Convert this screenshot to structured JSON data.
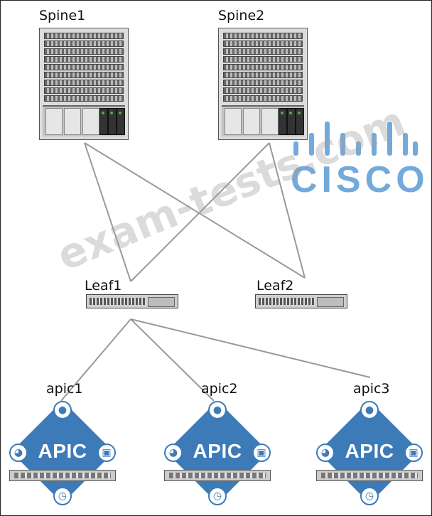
{
  "devices": {
    "spines": [
      {
        "label": "Spine1"
      },
      {
        "label": "Spine2"
      }
    ],
    "leaves": [
      {
        "label": "Leaf1"
      },
      {
        "label": "Leaf2"
      }
    ],
    "apics": [
      {
        "label": "apic1",
        "badge": "APIC"
      },
      {
        "label": "apic2",
        "badge": "APIC"
      },
      {
        "label": "apic3",
        "badge": "APIC"
      }
    ]
  },
  "links": [
    {
      "from": "Spine1",
      "to": "Leaf1"
    },
    {
      "from": "Spine1",
      "to": "Leaf2"
    },
    {
      "from": "Spine2",
      "to": "Leaf1"
    },
    {
      "from": "Spine2",
      "to": "Leaf2"
    },
    {
      "from": "Leaf1",
      "to": "apic1"
    },
    {
      "from": "Leaf1",
      "to": "apic2"
    },
    {
      "from": "Leaf1",
      "to": "apic3"
    }
  ],
  "logo": {
    "text": "CISCO",
    "color": "#5b9bd5"
  },
  "watermark": {
    "text": "exam-tests.com"
  },
  "colors": {
    "apic_blue": "#3d7ab8",
    "link": "#999999"
  },
  "apic_icons": [
    "user-icon",
    "lock-icon",
    "timer-icon",
    "gauge-icon"
  ]
}
